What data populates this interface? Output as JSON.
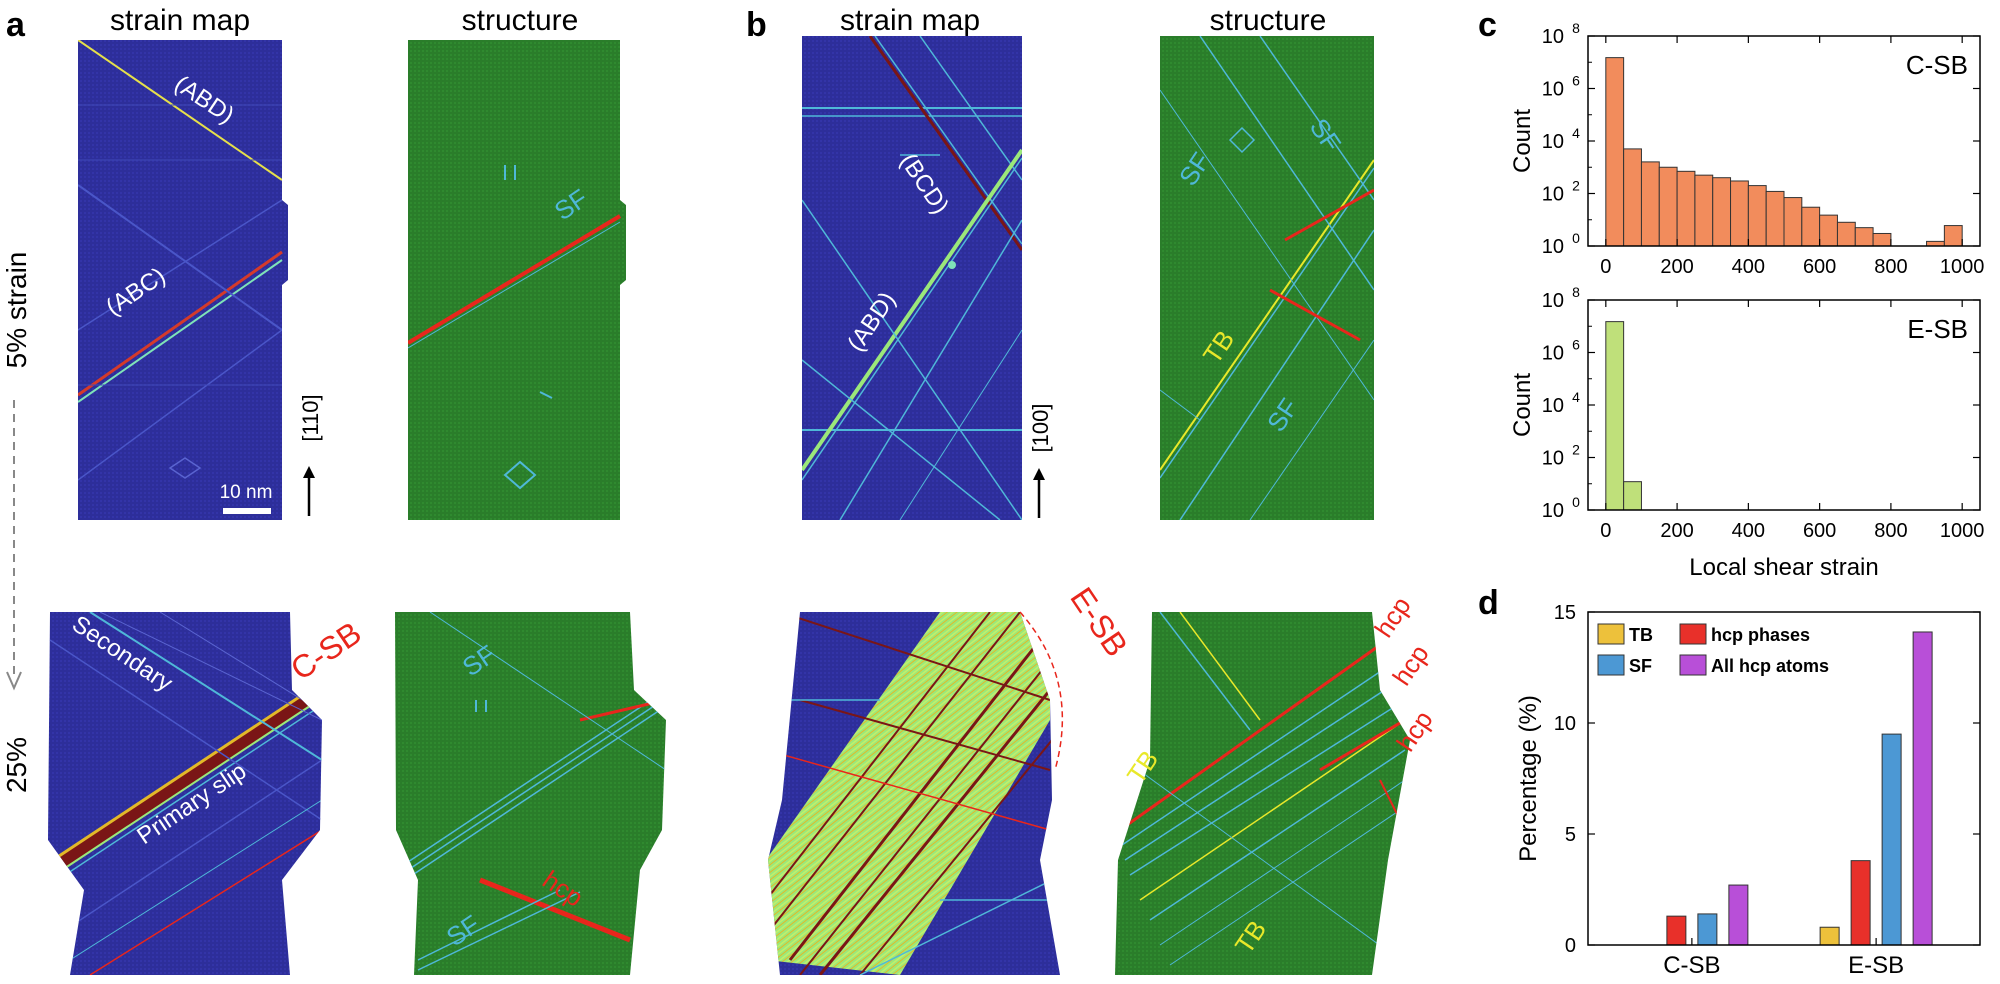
{
  "panels": {
    "a": {
      "letter": "a",
      "col1_title": "strain map",
      "col2_title": "structure",
      "strain_5": "5% strain",
      "strain_25": "25%",
      "label_abd": "(ABD)",
      "label_abc": "(ABC)",
      "label_sf_top": "SF",
      "axis_dir": "[110]",
      "scale_bar": "10 nm",
      "label_csb": "C-SB",
      "label_secondary": "Secondary",
      "label_primary": "Primary slip",
      "label_sf_bottom_1": "SF",
      "label_sf_bottom_2": "SF",
      "label_hcp": "hcp"
    },
    "b": {
      "letter": "b",
      "col1_title": "strain map",
      "col2_title": "structure",
      "label_bcd": "(BCD)",
      "label_abd": "(ABD)",
      "axis_dir": "[100]",
      "label_sf_1": "SF",
      "label_sf_2": "SF",
      "label_sf_3": "SF",
      "label_tb_top": "TB",
      "label_esb": "E-SB",
      "label_hcp_1": "hcp",
      "label_hcp_2": "hcp",
      "label_hcp_3": "hcp",
      "label_tb_b1": "TB",
      "label_tb_b2": "TB"
    },
    "c": {
      "letter": "c"
    },
    "d": {
      "letter": "d"
    }
  },
  "colors": {
    "strain_bg": "#2d2e9a",
    "struct_bg": "#2a7d2a",
    "sf_line": "#4fb8d8",
    "hcp_red": "#e8261c",
    "tb_yellow": "#e8e82a",
    "csb_orange": "#f28c5c",
    "esb_green": "#bfe07a",
    "bar_tb": "#edc13b",
    "bar_hcp": "#e8302a",
    "bar_sf": "#4c98d4",
    "bar_all": "#b84fd8"
  },
  "chart_data": [
    {
      "type": "bar",
      "panel": "c",
      "legend_label": "C-SB",
      "xlabel": "",
      "ylabel": "Count",
      "yscale": "log",
      "xlim": [
        -50,
        1050
      ],
      "ylim": [
        1,
        100000000
      ],
      "xticks": [
        "0",
        "200",
        "400",
        "600",
        "800",
        "1000"
      ],
      "yticks": [
        {
          "base": "10",
          "exp": "0"
        },
        {
          "base": "10",
          "exp": "2"
        },
        {
          "base": "10",
          "exp": "4"
        },
        {
          "base": "10",
          "exp": "6"
        },
        {
          "base": "10",
          "exp": "8"
        }
      ],
      "bin_width": 50,
      "bin_starts": [
        0,
        50,
        100,
        150,
        200,
        250,
        300,
        350,
        400,
        450,
        500,
        550,
        600,
        650,
        700,
        750,
        900,
        950
      ],
      "values": [
        15000000,
        5000,
        1600,
        1000,
        700,
        500,
        400,
        300,
        200,
        120,
        70,
        30,
        15,
        8,
        5,
        3,
        1.5,
        6
      ]
    },
    {
      "type": "bar",
      "panel": "c",
      "legend_label": "E-SB",
      "xlabel": "Local shear strain",
      "ylabel": "Count",
      "yscale": "log",
      "xlim": [
        -50,
        1050
      ],
      "ylim": [
        1,
        100000000
      ],
      "xticks": [
        "0",
        "200",
        "400",
        "600",
        "800",
        "1000"
      ],
      "yticks": [
        {
          "base": "10",
          "exp": "0"
        },
        {
          "base": "10",
          "exp": "2"
        },
        {
          "base": "10",
          "exp": "4"
        },
        {
          "base": "10",
          "exp": "6"
        },
        {
          "base": "10",
          "exp": "8"
        }
      ],
      "bin_width": 50,
      "bin_starts": [
        0,
        50
      ],
      "values": [
        15000000,
        12
      ]
    },
    {
      "type": "bar",
      "panel": "d",
      "xlabel": "",
      "ylabel": "Percentage (%)",
      "ylim": [
        0,
        15
      ],
      "yticks": [
        "0",
        "5",
        "10",
        "15"
      ],
      "categories": [
        "C-SB",
        "E-SB"
      ],
      "series": [
        {
          "name": "TB",
          "values": [
            0,
            0.8
          ]
        },
        {
          "name": "hcp phases",
          "values": [
            1.3,
            3.8
          ]
        },
        {
          "name": "SF",
          "values": [
            1.4,
            9.5
          ]
        },
        {
          "name": "All hcp atoms",
          "values": [
            2.7,
            14.1
          ]
        }
      ]
    }
  ]
}
